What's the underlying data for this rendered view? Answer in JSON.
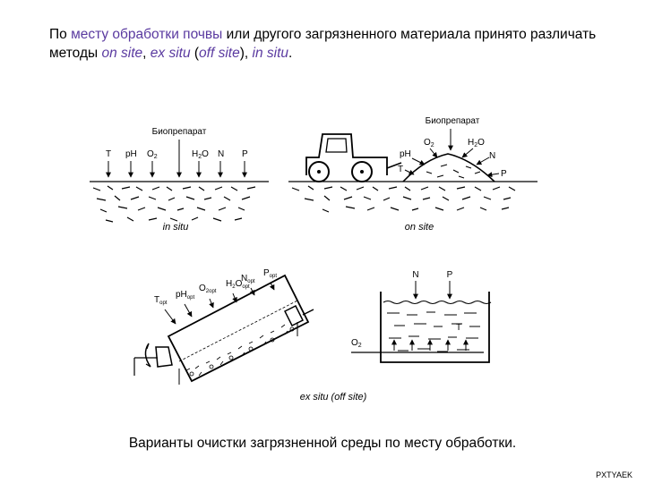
{
  "intro": {
    "part1": "По ",
    "hl1": "месту обработки почвы",
    "part2": " или другого загрязненного материала принято различать методы ",
    "m1": "on site",
    "sep1": ", ",
    "m2": "ex situ",
    "part3": " (",
    "m3": "off site",
    "part4": "), ",
    "m4": "in situ",
    "part5": "."
  },
  "in_situ": {
    "label_biopreparat": "Биопрепарат",
    "p_T": "T",
    "p_pH": "pH",
    "p_O": "O",
    "p_O_sub": "2",
    "p_H": "H",
    "p_H_sub": "2",
    "p_H_tail": "O",
    "p_N": "N",
    "p_P": "P",
    "caption": "in situ"
  },
  "on_site": {
    "label_biopreparat": "Биопрепарат",
    "p_O": "O",
    "p_O_sub": "2",
    "p_H": "H",
    "p_H_sub": "2",
    "p_H_tail": "O",
    "p_pH": "pH",
    "p_N": "N",
    "p_T": "T",
    "p_P": "P",
    "caption": "on site"
  },
  "ex_situ": {
    "t": "T",
    "t_sub": "opt",
    "ph": "pH",
    "ph_sub": "opt",
    "o": "O",
    "o_sub": "2opt",
    "h": "H",
    "h_sub": "2",
    "h_tail": "O",
    "h_sub2": "opt",
    "n": "N",
    "n_sub": "opt",
    "p": "P",
    "p_sub": "opt",
    "bath_N": "N",
    "bath_P": "P",
    "bath_T": "T",
    "bath_O": "O",
    "bath_O_sub": "2",
    "caption": "ex situ (off site)"
  },
  "caption": "Варианты очистки загрязненной среды по месту обработки.",
  "footer": "PXTYAEK"
}
